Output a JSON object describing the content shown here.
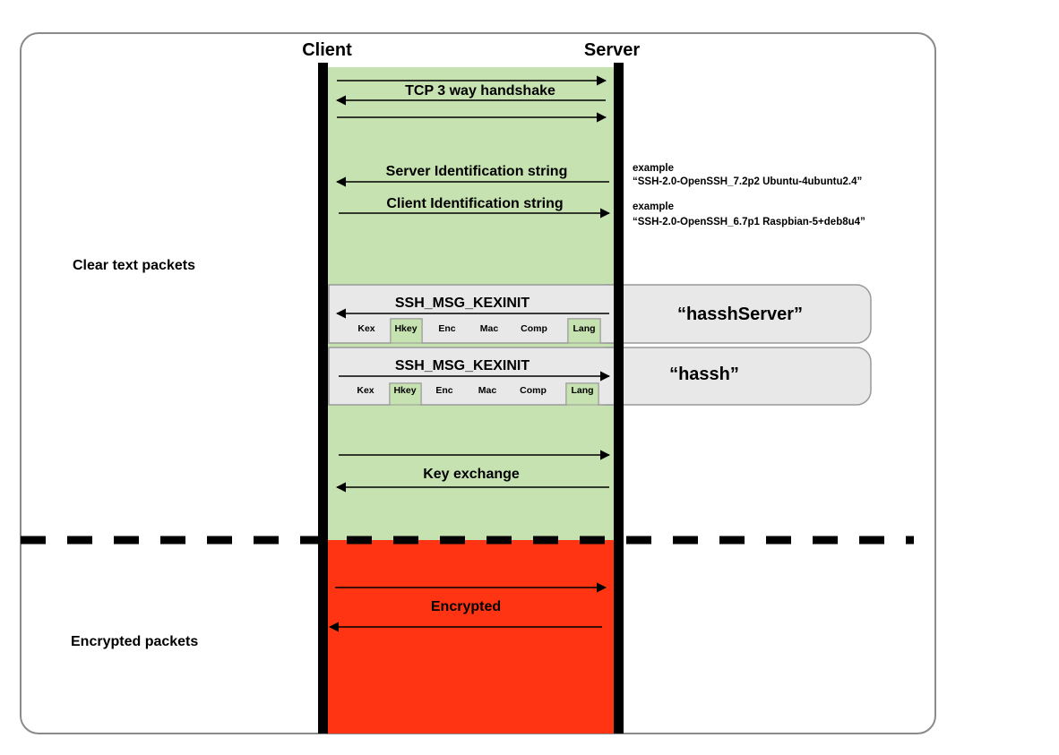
{
  "headers": {
    "client": "Client",
    "server": "Server"
  },
  "sections": {
    "clear": "Clear text packets",
    "encrypted": "Encrypted packets"
  },
  "messages": {
    "tcp_handshake": "TCP 3 way handshake",
    "server_id": "Server Identification string",
    "client_id": "Client Identification string",
    "key_exchange": "Key exchange",
    "encrypted": "Encrypted"
  },
  "examples": {
    "server_label": "example",
    "server_value": "“SSH-2.0-OpenSSH_7.2p2 Ubuntu-4ubuntu2.4”",
    "client_label": "example",
    "client_value": "“SSH-2.0-OpenSSH_6.7p1 Raspbian-5+deb8u4”"
  },
  "kexinit_server": {
    "title": "SSH_MSG_KEXINIT",
    "fields": [
      "Kex",
      "Hkey",
      "Enc",
      "Mac",
      "Comp",
      "Lang"
    ],
    "fingerprint": "“hasshServer”"
  },
  "kexinit_client": {
    "title": "SSH_MSG_KEXINIT",
    "fields": [
      "Kex",
      "Hkey",
      "Enc",
      "Mac",
      "Comp",
      "Lang"
    ],
    "fingerprint": "“hassh”"
  },
  "colors": {
    "clear_zone": "#c6e2b0",
    "encrypted_zone": "#ff3413",
    "highlight_field": "#c6e2b0",
    "packet_box": "#e8e8e8",
    "border": "#888888"
  }
}
